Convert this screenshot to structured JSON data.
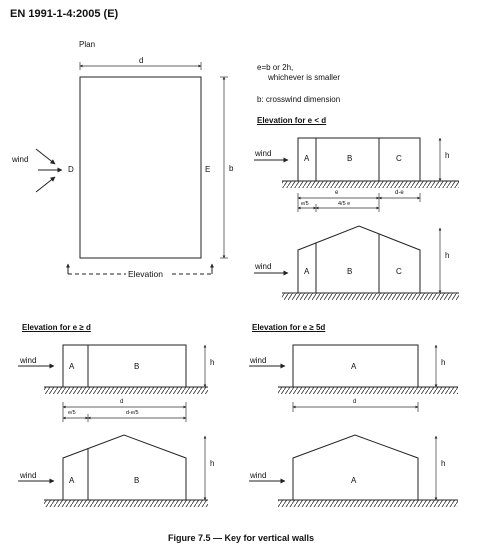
{
  "header": "EN 1991-1-4:2005 (E)",
  "plan": {
    "title": "Plan",
    "d": "d",
    "b": "b",
    "wind": "wind",
    "zone_D": "D",
    "zone_E": "E",
    "elevation": "Elevation"
  },
  "notes": {
    "line1": "e=b or 2h,",
    "line2": "whichever is smaller",
    "line3": "b: crosswind dimension"
  },
  "panel_e_lt_d": {
    "title": "Elevation for e < d",
    "wind": "wind",
    "zones": [
      "A",
      "B",
      "C"
    ],
    "h": "h",
    "dim_e": "e",
    "dim_e5": "e/5",
    "dim_4e5": "4/5 e",
    "dim_de": "d-e"
  },
  "panel_e_ge_d": {
    "title": "Elevation for e ≥ d",
    "wind": "wind",
    "zones": [
      "A",
      "B"
    ],
    "h": "h",
    "dim_d": "d",
    "dim_e5": "e/5",
    "dim_de5": "d-e/5"
  },
  "panel_e_ge_5d": {
    "title": "Elevation for e ≥ 5d",
    "wind": "wind",
    "zones": [
      "A"
    ],
    "h": "h",
    "dim_d": "d"
  },
  "caption": "Figure 7.5 — Key for vertical walls"
}
